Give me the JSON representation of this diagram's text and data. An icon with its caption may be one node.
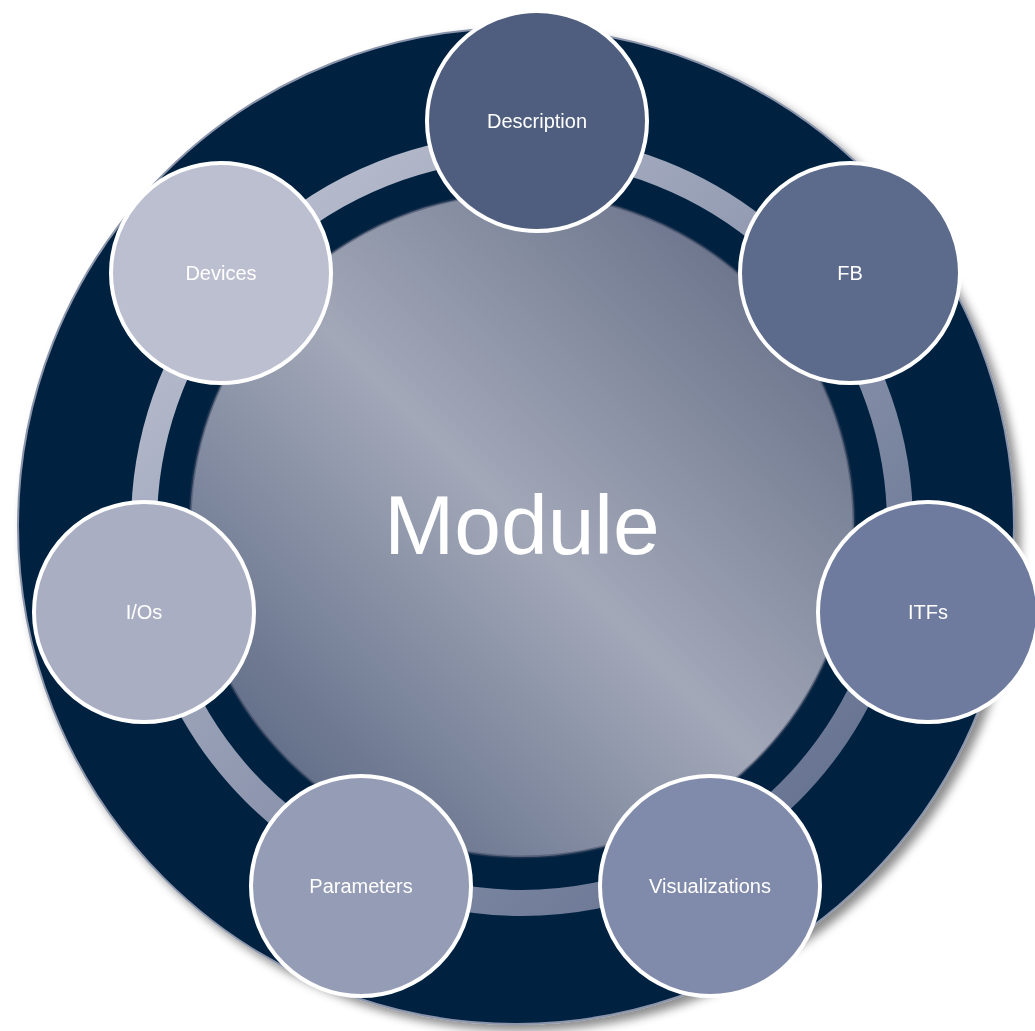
{
  "diagram": {
    "nodes": [
      {
        "text": [
          "Description"
        ]
      },
      {
        "text": [
          "Devices"
        ]
      },
      {
        "text": [
          "FB"
        ]
      },
      {
        "text": [
          "Module"
        ]
      },
      {
        "text": [
          "I/Os"
        ]
      },
      {
        "text": [
          "ITFs"
        ]
      },
      {
        "text": [
          "Parameters"
        ]
      },
      {
        "text": [
          "Visualizations"
        ]
      }
    ]
  }
}
